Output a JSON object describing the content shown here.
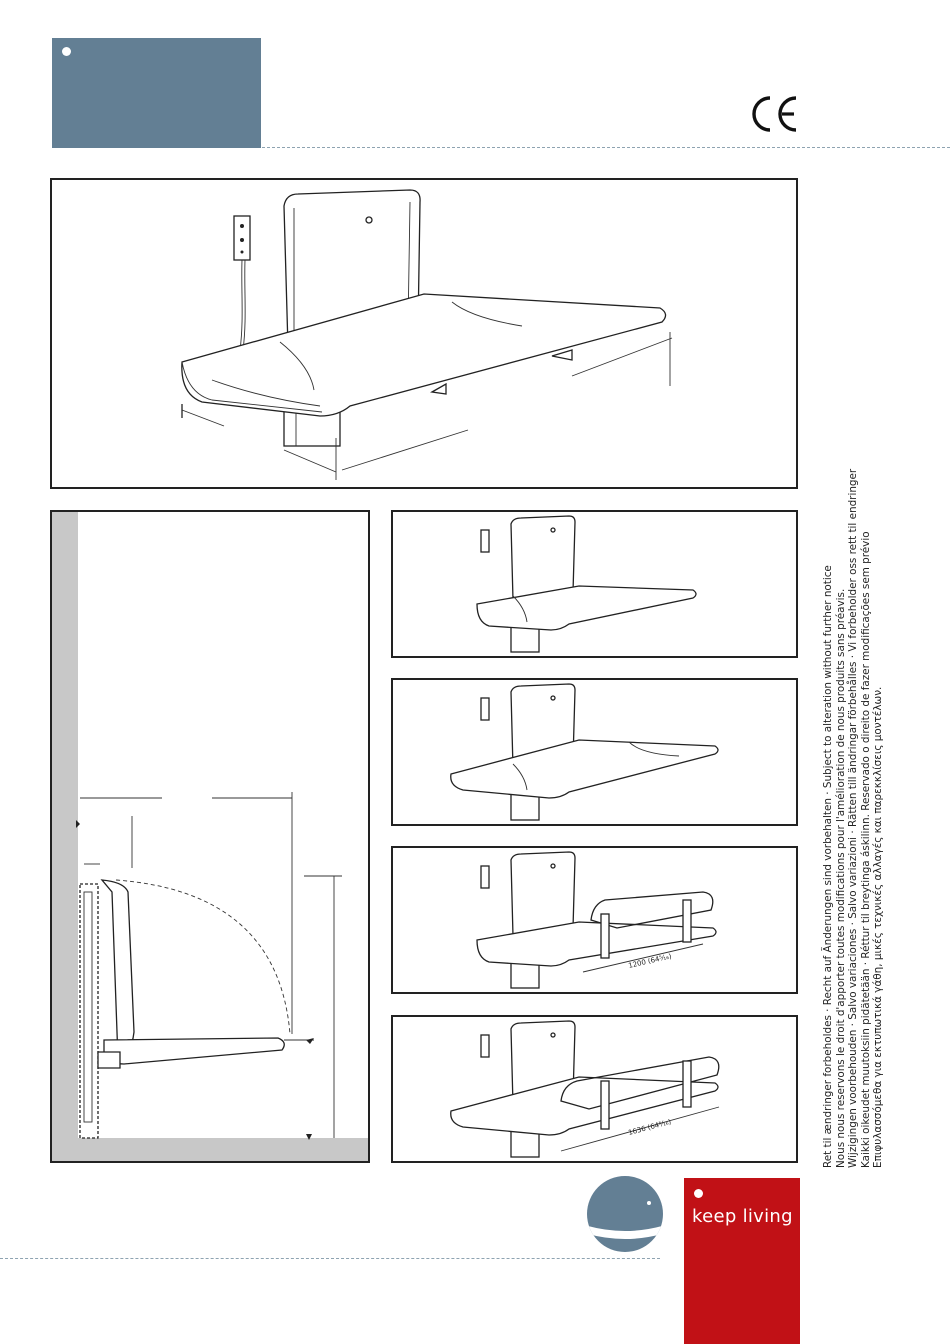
{
  "header": {
    "ce_mark": "CE",
    "brand_color": "#637f94"
  },
  "notice": {
    "lines": [
      "Ret til ændringer forbeholdes · Recht auf Änderungen sind vorbehalten · Subject to alteration without further notice",
      "Nous nous reservons le droit d'apporter toutes modifications pour l'amélioration de nous produits sans préavis.",
      "Wijzigingen voorbehouden · Salvo variaciones · Salvo variazioni · Rätten till ändringar förbehålles · Vi forbeholder oss rett til endringer",
      "Kaikki oikeudet muutoksiin pidätetään · Réttur til breytinga áskilinn. Reservado o direito de fazer modificações sem prévio",
      "Επιφυλασσόμεθα για εκτυπωτικά γάθη, μικές τεχνικές αλλαγές και παρεκκλίσεις μοντέλων."
    ]
  },
  "figures": {
    "dim_1200": "1200 (64⁵⁄₁₆)",
    "dim_1636": "1636 (64⁵⁄₁₆)"
  },
  "footer": {
    "slogan": "keep living",
    "accent_color": "#c11116"
  }
}
